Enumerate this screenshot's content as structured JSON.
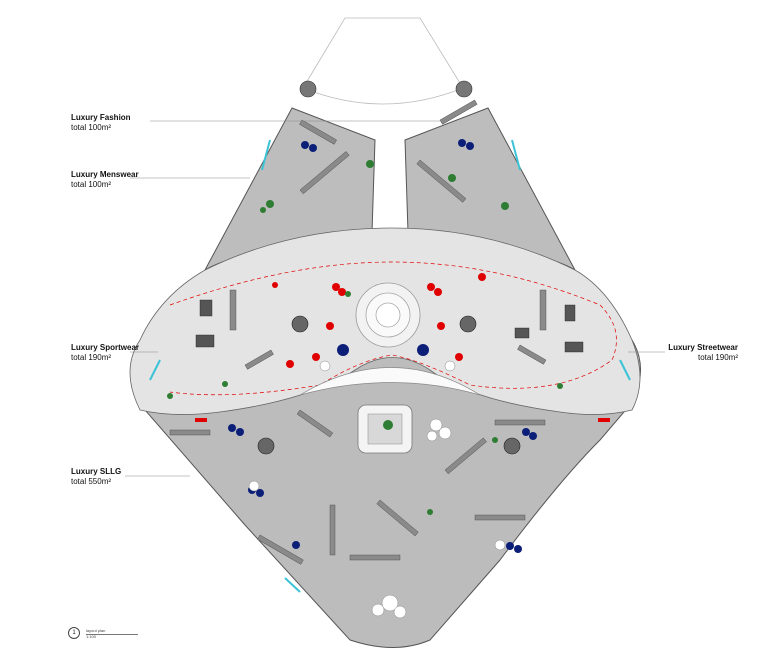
{
  "zones": [
    {
      "name": "Luxury Fashion",
      "area": "total 100m²"
    },
    {
      "name": "Luxury Menswear",
      "area": "total 100m²"
    },
    {
      "name": "Luxury Sportwear",
      "area": "total 190m²"
    },
    {
      "name": "Luxury SLLG",
      "area": "total 550m²"
    },
    {
      "name": "Luxury Streetwear",
      "area": "total 190m²"
    }
  ],
  "footer": {
    "number": "1",
    "title": "layout plan",
    "scale": "1:100"
  },
  "colors": {
    "floor": "#b9b9b9",
    "corridor": "#e6e6e6",
    "accent_red": "#e10000",
    "accent_blue": "#0b1f78",
    "plants": "#2e7d32",
    "cyan_glass": "#3cc3d6"
  }
}
